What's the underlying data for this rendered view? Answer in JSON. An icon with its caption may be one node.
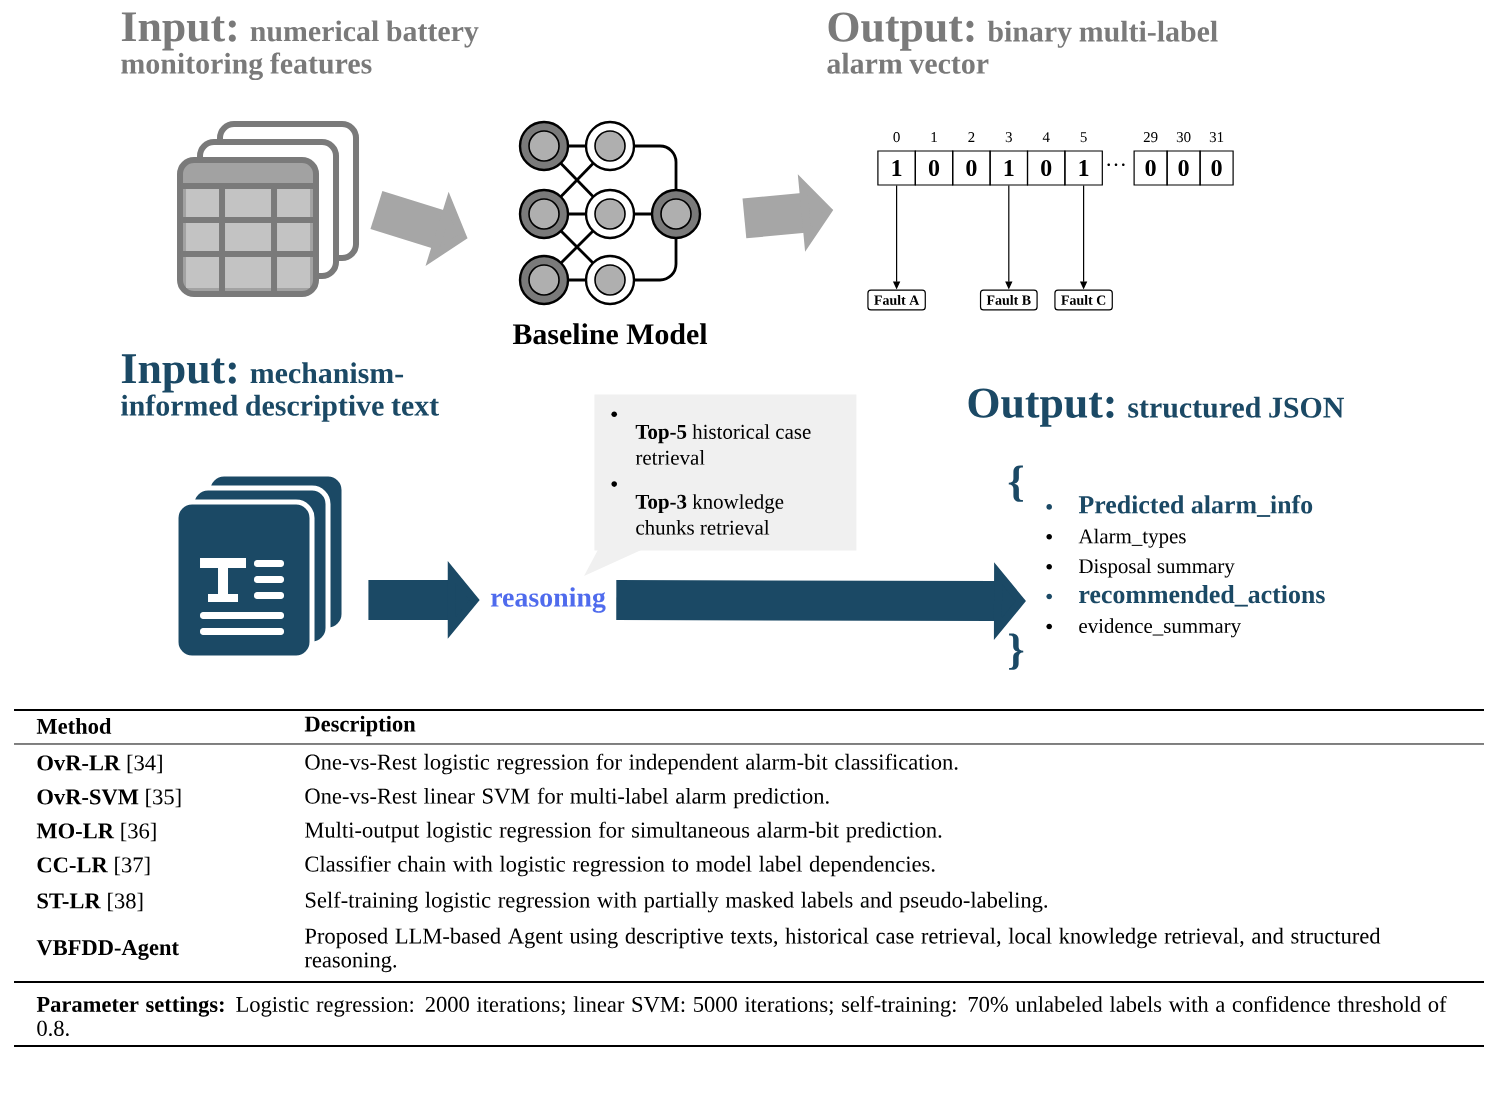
{
  "diagram": {
    "nodes": [
      {
        "text": [],
        "shape": "box"
      },
      {
        "text": [
          "Baseline Model"
        ]
      },
      {
        "text": [
          "1"
        ],
        "beside": [
          "0"
        ]
      },
      {
        "text": [
          "0"
        ],
        "beside": [
          "1"
        ]
      },
      {
        "text": [
          "0"
        ],
        "beside": [
          "2"
        ]
      },
      {
        "text": [
          "1"
        ],
        "beside": [
          "3"
        ]
      },
      {
        "text": [
          "0"
        ],
        "beside": [
          "4"
        ]
      },
      {
        "text": [
          "1"
        ],
        "beside": [
          "5"
        ]
      },
      {
        "text": [
          "0"
        ],
        "beside": [
          "29"
        ]
      },
      {
        "text": [
          "0"
        ],
        "beside": [
          "30"
        ]
      },
      {
        "text": [
          "0"
        ],
        "beside": [
          "31"
        ]
      },
      {
        "text": [
          "Fault A"
        ]
      },
      {
        "text": [
          "Fault B"
        ]
      },
      {
        "text": [
          "Fault C"
        ]
      },
      {
        "text": [],
        "shape": "box"
      },
      {
        "text": [
          "**Top-5** historical case retrieval",
          "**Top-3** knowledge chunks retrieval"
        ]
      },
      {
        "text": [
          "reasoning"
        ]
      },
      {
        "text": [
          "Predicted alarm_info",
          "Alarm_types",
          "Disposal summary",
          "recommended_actions",
          "evidence_summary"
        ]
      }
    ],
    "edges": [
      {
        "from": 0,
        "to": 1,
        "arrow": "to",
        "color": "#a6a6a6"
      },
      {
        "from": 1,
        "to": 2,
        "arrow": "to",
        "color": "#a6a6a6"
      },
      {
        "from": 2,
        "to": 11,
        "arrow": "to"
      },
      {
        "from": 5,
        "to": 12,
        "arrow": "to"
      },
      {
        "from": 7,
        "to": 13,
        "arrow": "to"
      },
      {
        "from": 14,
        "to": 16,
        "arrow": "to",
        "color": "#1b4965"
      },
      {
        "from": 16,
        "to": 17,
        "arrow": "to",
        "color": "#1b4965"
      }
    ],
    "labels": [
      "Input:",
      "numerical battery monitoring features",
      "Output:",
      "binary multi-label alarm vector",
      "···",
      "Input:",
      "mechanism-informed descriptive text",
      "Output:",
      "structured JSON",
      "{",
      "}",
      "Method",
      "Description",
      "**OvR-LR** [34]",
      "One-vs-Rest logistic regression for independent alarm-bit classification.",
      "**OvR-SVM** [35]",
      "One-vs-Rest linear SVM for multi-label alarm prediction.",
      "**MO-LR** [36]",
      "Multi-output logistic regression for simultaneous alarm-bit prediction.",
      "**CC-LR** [37]",
      "Classifier chain with logistic regression to model label dependencies.",
      "**ST-LR** [38]",
      "Self-training logistic regression with partially masked labels and pseudo-labeling.",
      "**VBFDD-Agent**",
      "Proposed LLM-based Agent using descriptive texts, historical case retrieval, local knowledge retrieval, and structured reasoning.",
      "**Parameter settings:** Logistic regression: 2000 iterations; linear SVM: 5000 iterations; self-training: 70% unlabeled labels with a confidence threshold of 0.8."
    ]
  }
}
